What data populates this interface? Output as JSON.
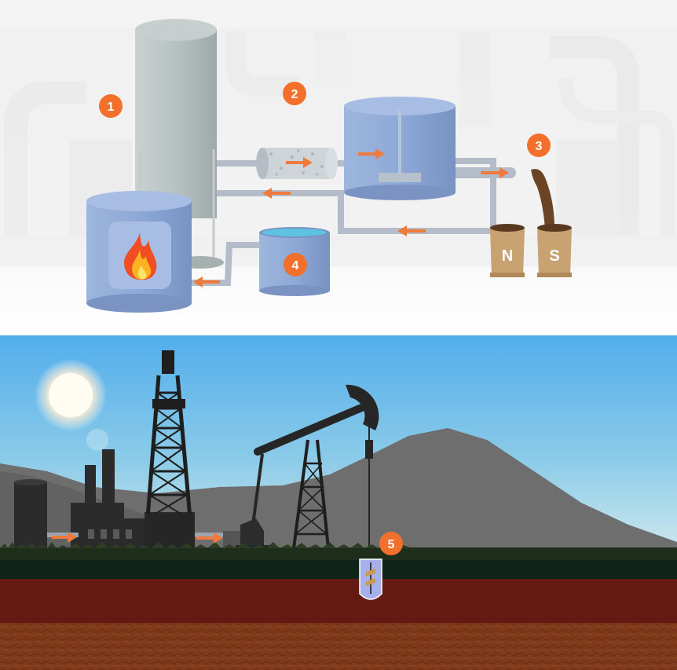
{
  "markers": [
    {
      "id": "1",
      "label": "1"
    },
    {
      "id": "2",
      "label": "2"
    },
    {
      "id": "3",
      "label": "3"
    },
    {
      "id": "4",
      "label": "4"
    },
    {
      "id": "5",
      "label": "5"
    }
  ],
  "sacks": {
    "n_label": "N",
    "s_label": "S"
  },
  "colors": {
    "marker_orange": "#f26f2c",
    "arrow_orange": "#f07a3c",
    "tank_blue": "#8aa6d4",
    "tower_grey": "#b8c2c2",
    "pipe_grey": "#b2bac6",
    "sky_top": "#52aeec",
    "sky_bottom": "#cfe8ef",
    "mountain": "#6e6e6e",
    "grass": "#1f2e1a",
    "soil_red": "#621a12",
    "soil_brown": "#7a3417",
    "sack": "#c9a271",
    "fertilizer": "#6b4426"
  },
  "icons": [
    "flame-icon",
    "drill-bit-icon",
    "sun-icon"
  ]
}
